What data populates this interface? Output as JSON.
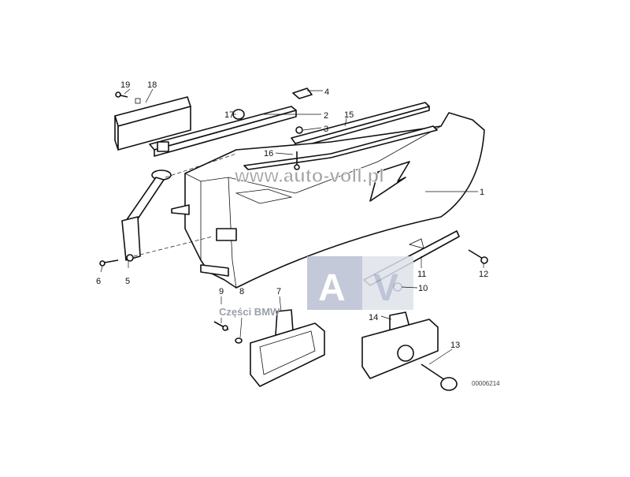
{
  "diagram": {
    "callouts": {
      "c1": "1",
      "c2": "2",
      "c3": "3",
      "c4": "4",
      "c5": "5",
      "c6": "6",
      "c7": "7",
      "c8": "8",
      "c9": "9",
      "c10": "10",
      "c11": "11",
      "c12": "12",
      "c13": "13",
      "c14": "14",
      "c15": "15",
      "c16": "16",
      "c17": "17",
      "c18": "18",
      "c19": "19"
    },
    "drawing_number": "00006214"
  },
  "watermark": {
    "url": "www.auto-voll.pl",
    "logo_letters": "AV",
    "logo_a": "A",
    "logo_v": "V",
    "caption": "Części BMW",
    "colors": {
      "logo_left": "#b9c0d3",
      "logo_right": "#dfe2ea",
      "logo_v": "#b3bbd0"
    }
  }
}
